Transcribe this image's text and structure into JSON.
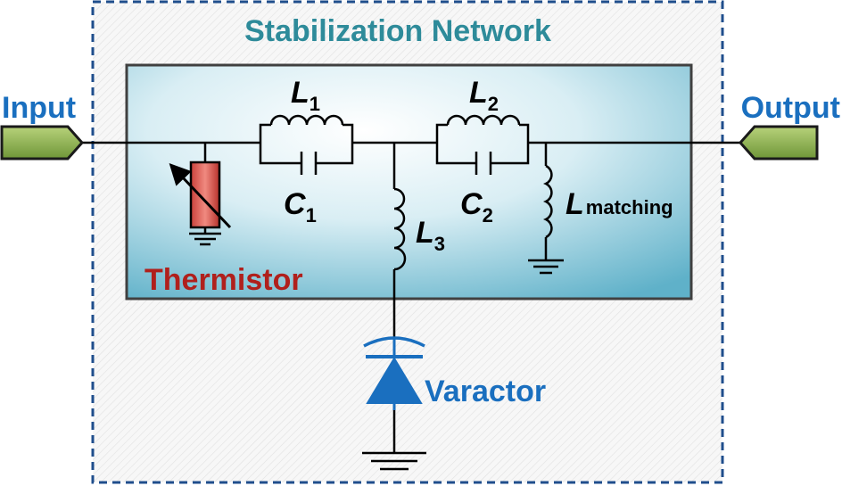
{
  "title": "Stabilization Network",
  "ports": {
    "input": "Input",
    "output": "Output"
  },
  "components": {
    "l1": {
      "letter": "L",
      "sub": "1"
    },
    "c1": {
      "letter": "C",
      "sub": "1"
    },
    "l2": {
      "letter": "L",
      "sub": "2"
    },
    "c2": {
      "letter": "C",
      "sub": "2"
    },
    "l3": {
      "letter": "L",
      "sub": "3"
    },
    "lmatch": {
      "letter": "L",
      "sub": "matching"
    },
    "thermistor": "Thermistor",
    "varactor": "Varactor"
  },
  "colors": {
    "title": "#2e8b9a",
    "port_text": "#1a6fbf",
    "thermistor_text": "#b0201c",
    "varactor": "#1a6fbf",
    "port_fill": "#8fb04a",
    "outer_border": "#1f4e8c",
    "wire": "#000000"
  }
}
